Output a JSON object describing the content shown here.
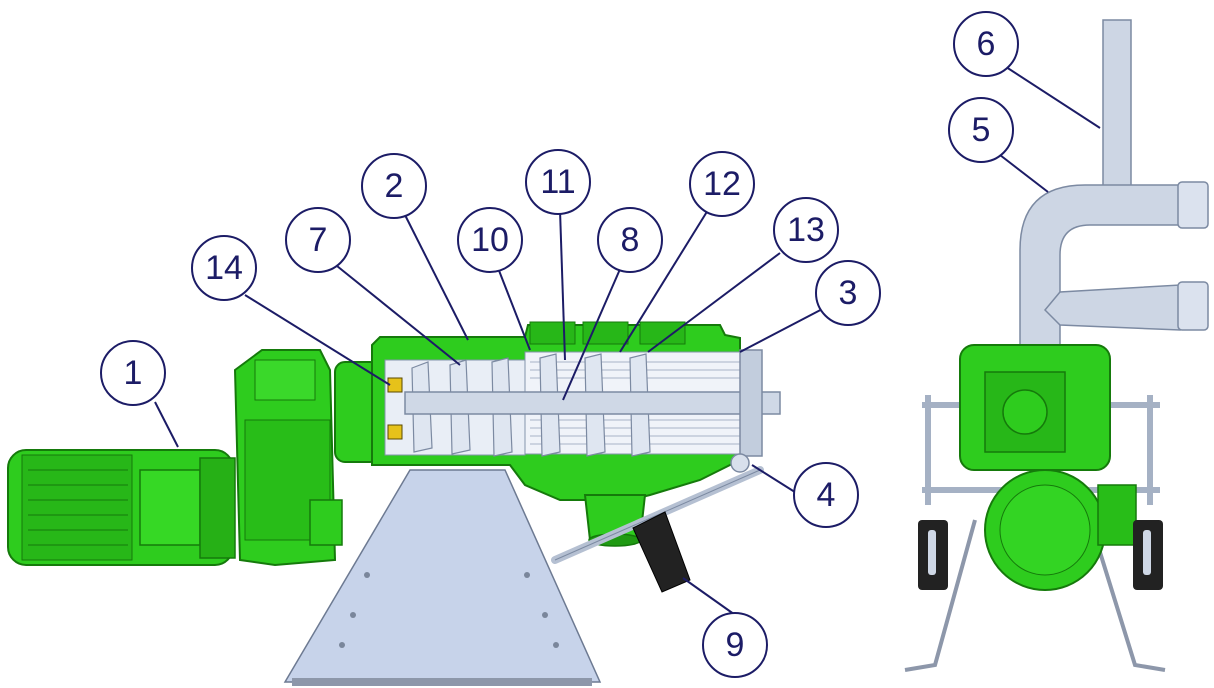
{
  "colors": {
    "machine_green": "#2ecc1e",
    "machine_green_dark": "#1f9a12",
    "steel": "#cdd6e4",
    "steel_dark": "#9aa8bd",
    "stand": "#c7d3ea",
    "callout": "#1c1c66",
    "black_part": "#222222",
    "yellow_part": "#e6c21a"
  },
  "callouts": [
    {
      "id": "c1",
      "label": "1"
    },
    {
      "id": "c2",
      "label": "2"
    },
    {
      "id": "c3",
      "label": "3"
    },
    {
      "id": "c4",
      "label": "4"
    },
    {
      "id": "c5",
      "label": "5"
    },
    {
      "id": "c6",
      "label": "6"
    },
    {
      "id": "c7",
      "label": "7"
    },
    {
      "id": "c8",
      "label": "8"
    },
    {
      "id": "c9",
      "label": "9"
    },
    {
      "id": "c10",
      "label": "10"
    },
    {
      "id": "c11",
      "label": "11"
    },
    {
      "id": "c12",
      "label": "12"
    },
    {
      "id": "c13",
      "label": "13"
    },
    {
      "id": "c14",
      "label": "14"
    }
  ]
}
